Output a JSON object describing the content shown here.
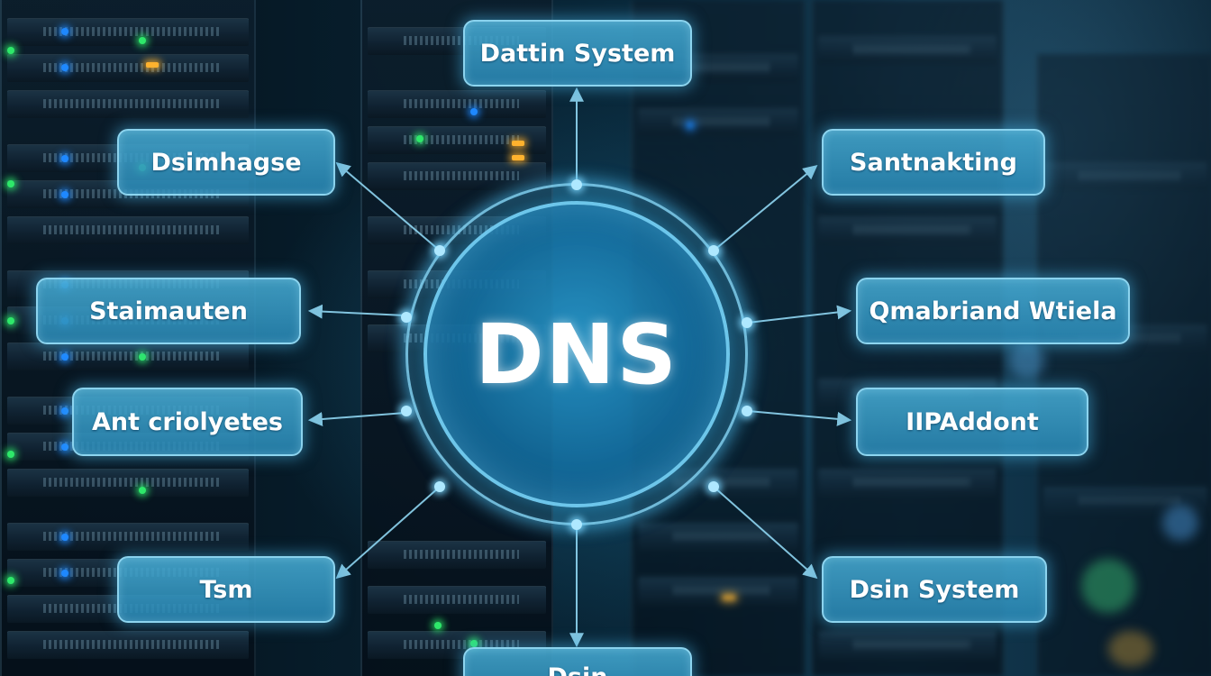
{
  "hub": {
    "label": "DNS"
  },
  "nodes": {
    "top": "Dattin System",
    "left_1": "Dsimhagse",
    "left_2": "Staimauten",
    "left_3": "Ant criolyetes",
    "left_4": "Tsm",
    "right_1": "Santnakting",
    "right_2": "Qmabriand Wtiela",
    "right_3": "IIPAddont",
    "right_4": "Dsin System",
    "bottom": "Dsin"
  },
  "colors": {
    "node_fill": "#3a9cc8",
    "node_border": "#96dcf5",
    "hub_fill": "#1e7fb4",
    "link": "#8fd6f2",
    "led_blue": "#1e88ff",
    "led_green": "#2ee86a",
    "led_amber": "#ffb22e"
  }
}
